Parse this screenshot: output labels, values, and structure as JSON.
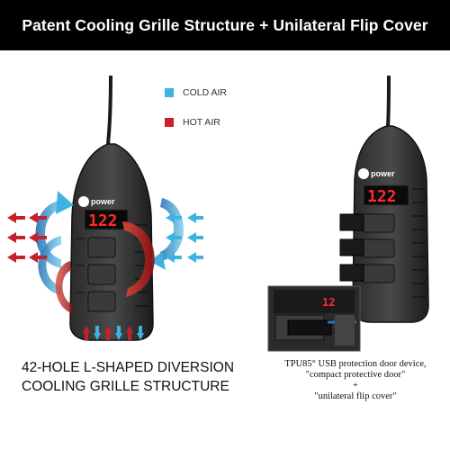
{
  "header": {
    "title": "Patent Cooling Grille Structure + Unilateral Flip Cover"
  },
  "legend": [
    {
      "label": "COLD AIR",
      "color": "#3fb3e0"
    },
    {
      "label": "HOT AIR",
      "color": "#c8202a"
    }
  ],
  "device_left": {
    "brand": "power",
    "display": "122"
  },
  "device_right": {
    "brand": "power",
    "display": "122"
  },
  "captions": {
    "left_line1": "42-HOLE L-SHAPED DIVERSION",
    "left_line2": "COOLING GRILLE STRUCTURE",
    "right_line1": "TPU85° USB protection door device,",
    "right_line2": "\"compact protective door\"",
    "right_line3": "+",
    "right_line4": "\"unilateral flip cover\""
  },
  "colors": {
    "cold": "#3fb3e0",
    "hot": "#c8202a",
    "display_red": "#ff2a2a"
  }
}
